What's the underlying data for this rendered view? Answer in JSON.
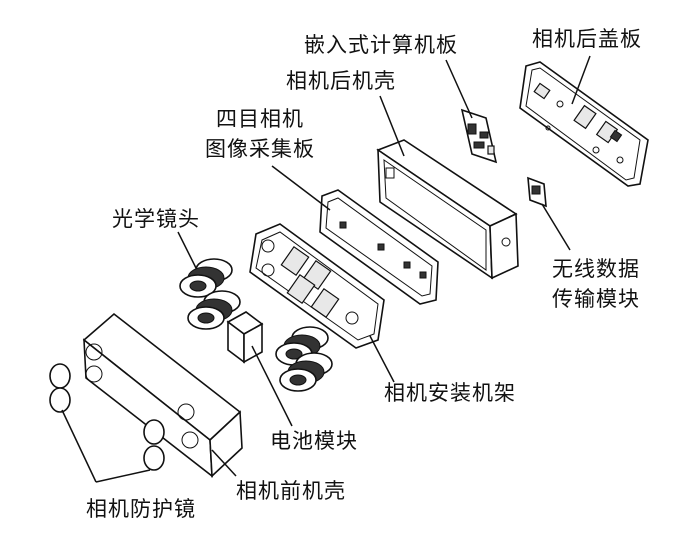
{
  "labels": {
    "embedded_board": "嵌入式计算机板",
    "rear_cover": "相机后盖板",
    "rear_shell": "相机后机壳",
    "acq_board_line1": "四目相机",
    "acq_board_line2": "图像采集板",
    "optical_lens": "光学镜头",
    "wireless_line1": "无线数据",
    "wireless_line2": "传输模块",
    "mount_frame": "相机安装机架",
    "battery": "电池模块",
    "front_shell": "相机前机壳",
    "protective_glass": "相机防护镜"
  }
}
